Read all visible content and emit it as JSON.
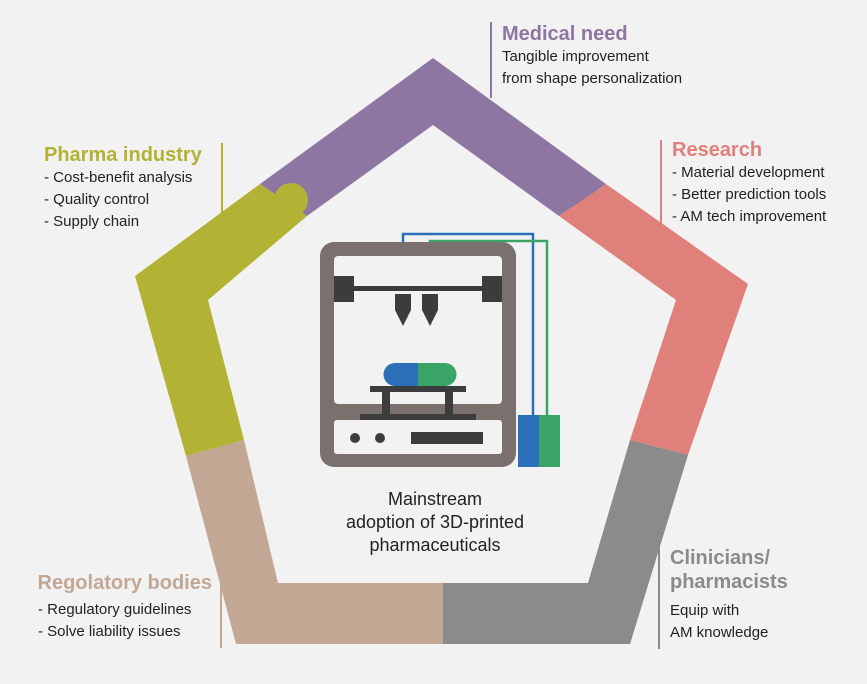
{
  "stakeholders": {
    "medical_need": {
      "title": "Medical need",
      "lines": [
        "Tangible improvement",
        "from shape personalization"
      ],
      "color": "#8e76a2"
    },
    "research": {
      "title": "Research",
      "lines": [
        "- Material development",
        "- Better prediction tools",
        "- AM tech improvement"
      ],
      "color": "#e0807a"
    },
    "clinicians": {
      "title_lines": [
        "Clinicians/",
        "pharmacists"
      ],
      "lines": [
        "Equip with",
        "AM knowledge"
      ],
      "color": "#8b8b8b"
    },
    "regulatory": {
      "title": "Regolatory bodies",
      "lines": [
        "- Regulatory guidelines",
        "- Solve liability issues"
      ],
      "color": "#c3a795"
    },
    "pharma": {
      "title": "Pharma industry",
      "lines": [
        "- Cost-benefit analysis",
        "- Quality control",
        "- Supply chain"
      ],
      "color": "#b2b335"
    }
  },
  "center": {
    "lines": [
      "Mainstream",
      "adoption of 3D-printed",
      "pharmaceuticals"
    ]
  },
  "icons": {
    "printer": "3d-printer-icon",
    "capsule": "capsule-icon"
  },
  "colors": {
    "background": "#f2f2f2",
    "printer_frame": "#7a716e",
    "printer_dark": "#3c3c3c",
    "filament_blue": "#2a6fb8",
    "filament_green": "#3aa467"
  }
}
